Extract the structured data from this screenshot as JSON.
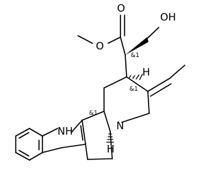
{
  "atoms": {
    "O_carbonyl": "O",
    "O_ester": "O",
    "OH": "OH",
    "NH": "NH",
    "N": "N",
    "H_top": "H",
    "H_bottom": "H"
  },
  "stereo_flags": {
    "top": "&1",
    "mid": "&1",
    "bottom": "&1"
  }
}
